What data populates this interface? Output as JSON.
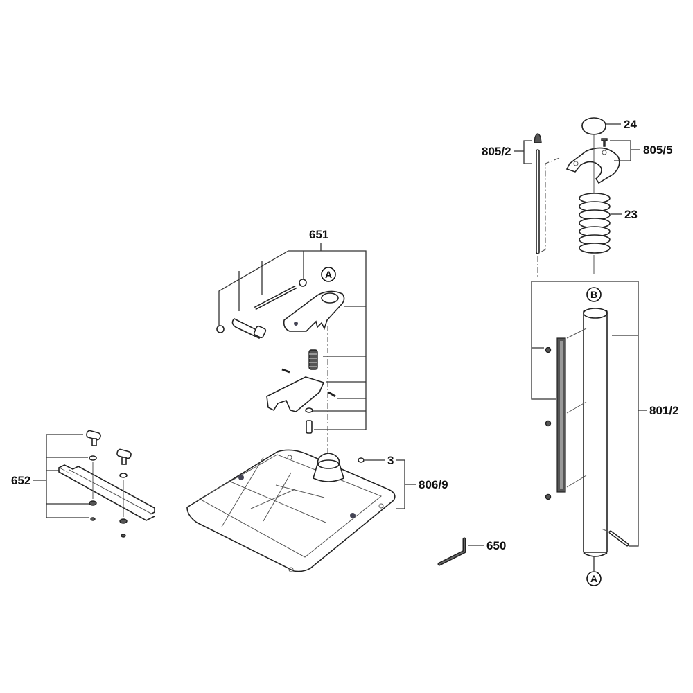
{
  "diagram": {
    "type": "exploded-parts-view",
    "callouts": {
      "p24": "24",
      "p805_2": "805/2",
      "p805_5": "805/5",
      "p23": "23",
      "p651": "651",
      "p801_2": "801/2",
      "p652": "652",
      "p3": "3",
      "p806_9": "806/9",
      "p650": "650"
    },
    "reference_markers": {
      "a_top": "A",
      "b": "B",
      "a_bottom": "A"
    },
    "parts": [
      {
        "id": "24",
        "name": "cap"
      },
      {
        "id": "805/2",
        "name": "depth rod with knob"
      },
      {
        "id": "805/5",
        "name": "holder plate with screw"
      },
      {
        "id": "23",
        "name": "spring"
      },
      {
        "id": "651",
        "name": "clamp assembly"
      },
      {
        "id": "801/2",
        "name": "column with rack"
      },
      {
        "id": "652",
        "name": "fence with thumb screws"
      },
      {
        "id": "3",
        "name": "plug"
      },
      {
        "id": "806/9",
        "name": "base plate"
      },
      {
        "id": "650",
        "name": "hex key"
      }
    ]
  }
}
